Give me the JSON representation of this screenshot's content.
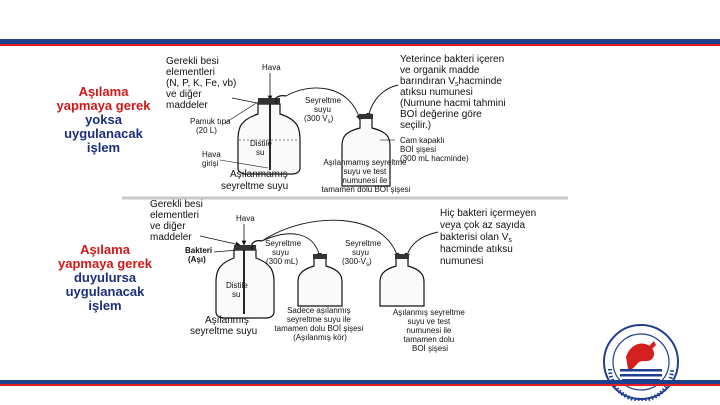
{
  "section1": {
    "title_lines": [
      "Aşılama",
      "yapmaya gerek",
      "yoksa",
      "uygulanacak",
      "işlem"
    ],
    "labels": {
      "nutrients": [
        "Gerekli besi",
        "elementleri",
        "(N, P, K, Fe, vb)",
        "ve diğer",
        "maddeler"
      ],
      "air": "Hava",
      "cotton": [
        "Pamuk tıpa",
        "(20 L)"
      ],
      "distilled": [
        "Distile",
        "su"
      ],
      "air_inlet": [
        "Hava",
        "girişi"
      ],
      "bottle": [
        "Aşılanmamış",
        "seyreltme suyu"
      ],
      "dilution": [
        "Seyreltme",
        "suyu",
        "(300 V",
        "s",
        ")"
      ],
      "sample": [
        "Yeterince bakteri içeren",
        "ve organik madde",
        "barındıran V",
        "s",
        "hacminde",
        "atıksu numunesi",
        "(Numune hacmi tahmini",
        "BOİ değerine göre",
        "seçilir.)"
      ],
      "bod_bottle": [
        "Cam kapaklı",
        "BOİ şişesi",
        "(300 mL hacminde)"
      ],
      "filled": [
        "Aşılanmamış seyreltme",
        "suyu ve test",
        "numunesi ile",
        "tamamen dolu BOİ şişesi"
      ]
    }
  },
  "section2": {
    "title_lines": [
      "Aşılama",
      "yapmaya gerek",
      "duyulursa",
      "uygulanacak",
      "işlem"
    ],
    "labels": {
      "nutrients": [
        "Gerekli besi",
        "elementleri",
        "ve diğer",
        "maddeler"
      ],
      "air": "Hava",
      "bacteria": [
        "Bakteri",
        "(Aşı)"
      ],
      "distilled": [
        "Distile",
        "su"
      ],
      "bottle": [
        "Aşılanmış",
        "seyreltme suyu"
      ],
      "dilution1": [
        "Seyreltme",
        "suyu",
        "(300 mL)"
      ],
      "dilution2": [
        "Seyreltme",
        "suyu",
        "(300-V",
        "s",
        ")"
      ],
      "sample": [
        "Hiç bakteri içermeyen",
        "veya çok az sayıda",
        "bakterisi olan V",
        "s",
        "hacminde atıksu",
        "numunesi"
      ],
      "filled1": [
        "Sadece aşılanmış",
        "seyreltme suyu ile",
        "tamamen dolu BOİ şişesi",
        "(Aşılanmış kör)"
      ],
      "filled2": [
        "Aşılanmış seyreltme",
        "suyu ve test",
        "numunesi ile",
        "tamamen dolu",
        "BOİ şişesi"
      ]
    }
  },
  "colors": {
    "blue": "#1f3f8f",
    "red": "#e02020",
    "title_red": "#d01818",
    "title_blue": "#1c2f7a"
  }
}
